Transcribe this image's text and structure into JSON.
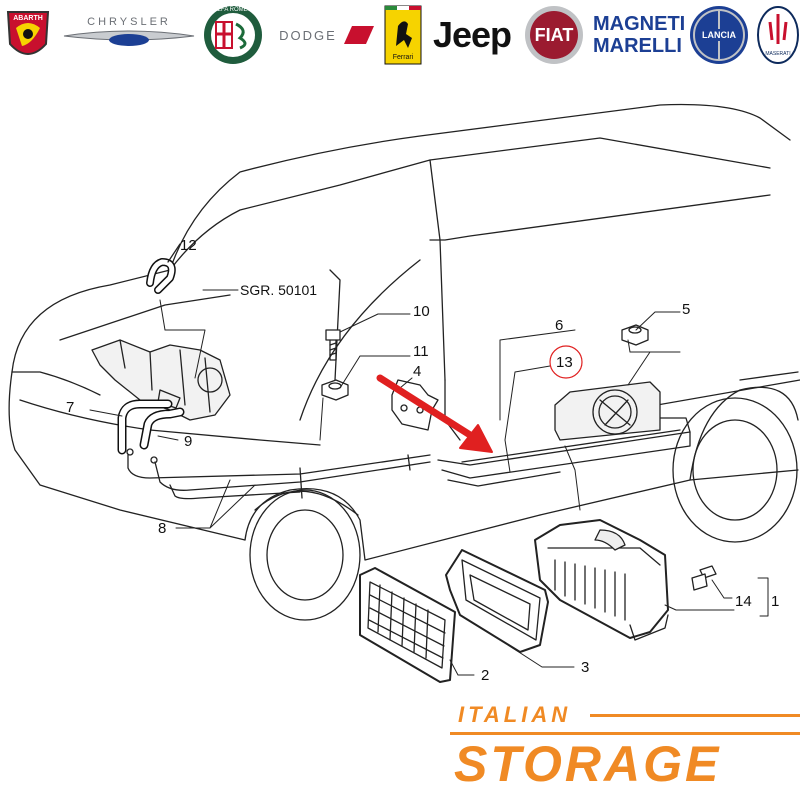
{
  "logos": [
    {
      "name": "abarth",
      "text": "ABARTH",
      "color": "#c8102e"
    },
    {
      "name": "chrysler",
      "text": "CHRYSLER",
      "color": "#6b6f75"
    },
    {
      "name": "alfa-romeo",
      "text": "ALFA ROMEO",
      "color": "#1f5c3d"
    },
    {
      "name": "dodge",
      "text": "DODGE",
      "color": "#c8102e"
    },
    {
      "name": "ferrari",
      "text": "Ferrari",
      "color": "#f6d300"
    },
    {
      "name": "jeep",
      "text": "Jeep",
      "color": "#111111"
    },
    {
      "name": "fiat",
      "text": "FIAT",
      "color": "#9b1b30"
    },
    {
      "name": "magneti-marelli",
      "text": "MAGNETI MARELLI",
      "color": "#1c3f94"
    },
    {
      "name": "lancia",
      "text": "LANCIA",
      "color": "#1c3f94"
    },
    {
      "name": "maserati",
      "text": "MASERATI",
      "color": "#0d2a5c"
    }
  ],
  "diagram": {
    "callouts": {
      "c1": "1",
      "c2": "2",
      "c3": "3",
      "c4": "4",
      "c5": "5",
      "c6": "6",
      "c7": "7",
      "c8": "8",
      "c9": "9",
      "c10": "10",
      "c11": "11",
      "c12": "12",
      "c13": "13",
      "c14": "14",
      "sgr": "SGR. 50101"
    },
    "highlight_color": "#e02020"
  },
  "brand": {
    "top": "ITALIAN",
    "main": "STORAGE",
    "color": "#f08a24"
  }
}
